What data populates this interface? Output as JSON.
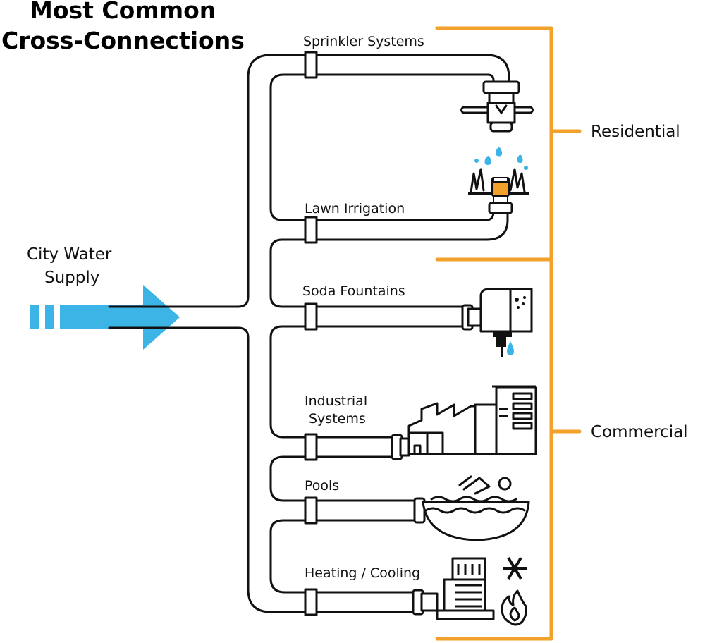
{
  "title": {
    "line1": "Most Common",
    "line2": "Cross-Connections"
  },
  "supply": {
    "line1": "City Water",
    "line2": "Supply"
  },
  "branches": [
    {
      "label": "Sprinkler Systems",
      "icon": "fire-sprinkler-icon"
    },
    {
      "label": "Lawn Irrigation",
      "icon": "lawn-sprinkler-icon"
    },
    {
      "label": "Soda Fountains",
      "icon": "soda-dispenser-icon"
    },
    {
      "label_line1": "Industrial",
      "label_line2": "Systems",
      "icon": "factory-icon"
    },
    {
      "label": "Pools",
      "icon": "swimmer-pool-icon"
    },
    {
      "label": "Heating / Cooling",
      "icon": "hvac-unit-icon"
    }
  ],
  "groups": {
    "residential": "Residential",
    "commercial": "Commercial"
  },
  "colors": {
    "accent": "#f2a22a",
    "water": "#3cb4e6",
    "ink": "#111111"
  },
  "extra_icons": [
    "snowflake-icon",
    "flame-icon",
    "water-drop-icon",
    "grass-icon"
  ]
}
